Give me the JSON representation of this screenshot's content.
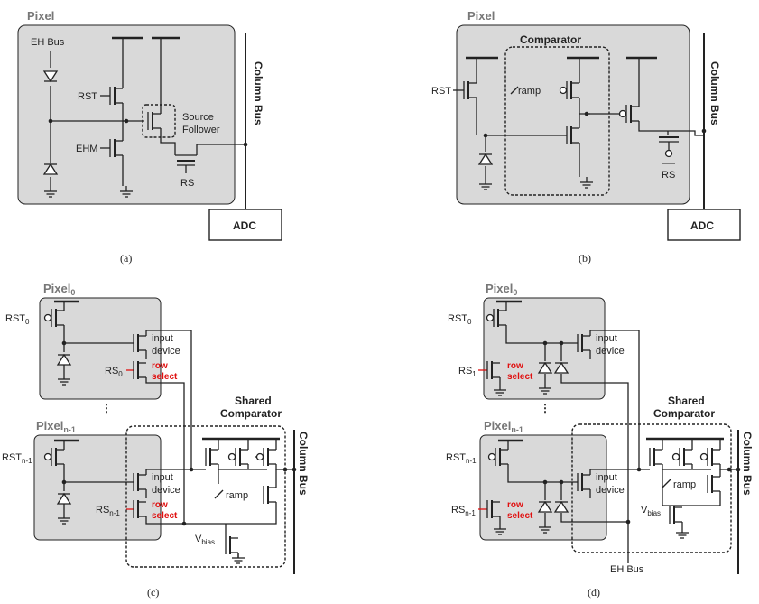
{
  "panel_a": {
    "title": "Pixel",
    "eh_bus": "EH Bus",
    "rst": "RST",
    "ehm": "EHM",
    "source": "Source",
    "follower": "Follower",
    "rs": "RS",
    "column_bus": "Column Bus",
    "adc": "ADC",
    "caption": "(a)"
  },
  "panel_b": {
    "title": "Pixel",
    "comparator": "Comparator",
    "rst": "RST",
    "ramp": "ramp",
    "rs": "RS",
    "column_bus": "Column Bus",
    "adc": "ADC",
    "caption": "(b)"
  },
  "panel_c": {
    "pixel0": "Pixel",
    "pixel0_sub": "0",
    "pixeln": "Pixel",
    "pixeln_sub": "n-1",
    "rst0": "RST",
    "rst0_sub": "0",
    "rstn": "RST",
    "rstn_sub": "n-1",
    "rs0": "RS",
    "rs0_sub": "0",
    "rsn": "RS",
    "rsn_sub": "n-1",
    "input": "input",
    "device": "device",
    "row": "row",
    "select": "select",
    "shared": "Shared",
    "comparator": "Comparator",
    "ramp": "ramp",
    "vbias": "V",
    "vbias_sub": "bias",
    "column_bus": "Column Bus",
    "caption": "(c)"
  },
  "panel_d": {
    "pixel0": "Pixel",
    "pixel0_sub": "0",
    "pixeln": "Pixel",
    "pixeln_sub": "n-1",
    "rst0": "RST",
    "rst0_sub": "0",
    "rstn": "RST",
    "rstn_sub": "n-1",
    "rs1": "RS",
    "rs1_sub": "1",
    "rsn": "RS",
    "rsn_sub": "n-1",
    "input": "input",
    "device": "device",
    "row": "row",
    "select": "select",
    "shared": "Shared",
    "comparator": "Comparator",
    "ramp": "ramp",
    "vbias": "V",
    "vbias_sub": "bias",
    "eh_bus": "EH Bus",
    "column_bus": "Column Bus",
    "caption": "(d)"
  }
}
